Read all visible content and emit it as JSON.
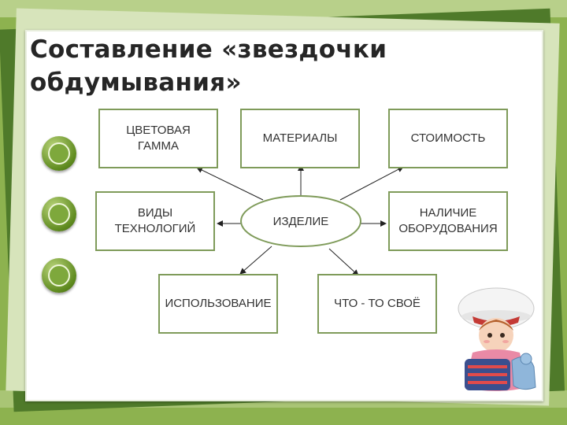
{
  "slide": {
    "title": "Составление «звездочки обдумывания»"
  },
  "diagram": {
    "center": "ИЗДЕЛИЕ",
    "nodes": {
      "color": "ЦВЕТОВАЯ\nГАММА",
      "materials": "МАТЕРИАЛЫ",
      "cost": "СТОИМОСТЬ",
      "technologies": "ВИДЫ\nТЕХНОЛОГИЙ",
      "equipment": "НАЛИЧИЕ\nОБОРУДОВАНИЯ",
      "usage": "ИСПОЛЬЗОВАНИЕ",
      "own": "ЧТО - ТО СВОЁ"
    }
  },
  "colors": {
    "background": "#8db24f",
    "box_border": "#7f9b5a",
    "bullet": "#5e8a1e"
  },
  "icons": [
    "bullet-ring-icon",
    "girl-doll-illustration"
  ]
}
